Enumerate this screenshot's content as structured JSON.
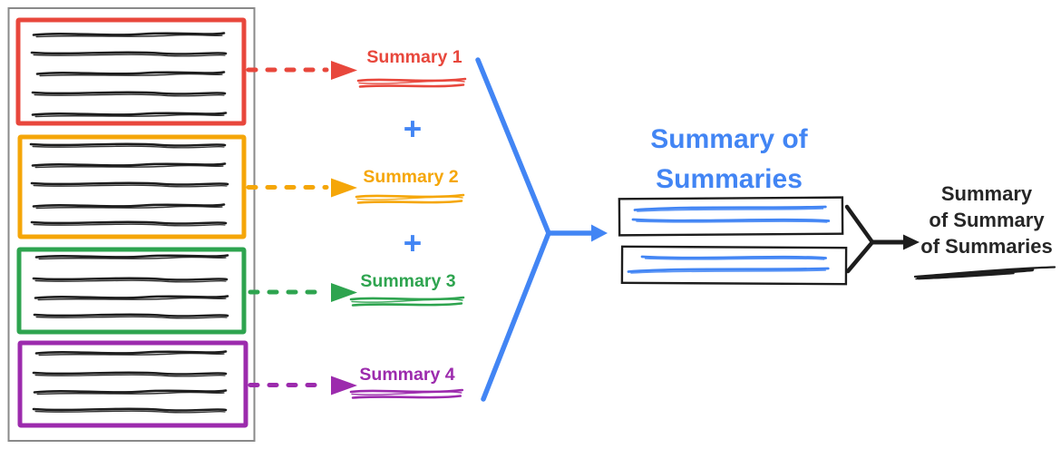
{
  "colors": {
    "ink": "#1D1D1D",
    "document_outline": "#8A8A8A",
    "accent_blue": "#4285F4"
  },
  "source_document": {
    "sections": [
      {
        "color": "#E8473C",
        "text_lines": 5
      },
      {
        "color": "#F5A608",
        "text_lines": 5
      },
      {
        "color": "#2EA44F",
        "text_lines": 4
      },
      {
        "color": "#9C2BAD",
        "text_lines": 4
      }
    ]
  },
  "summaries": [
    {
      "label": "Summary 1",
      "color": "#E8473C"
    },
    {
      "label": "Summary 2",
      "color": "#F5A608"
    },
    {
      "label": "Summary 3",
      "color": "#2EA44F"
    },
    {
      "label": "Summary 4",
      "color": "#9C2BAD"
    }
  ],
  "operators": {
    "plus": "+"
  },
  "summary_of_summaries": {
    "title_lines": [
      "Summary of",
      "Summaries"
    ],
    "color": "#4285F4",
    "box_count": 2
  },
  "final_summary": {
    "lines": [
      "Summary",
      "of Summary",
      "of Summaries"
    ],
    "color": "#262626"
  }
}
